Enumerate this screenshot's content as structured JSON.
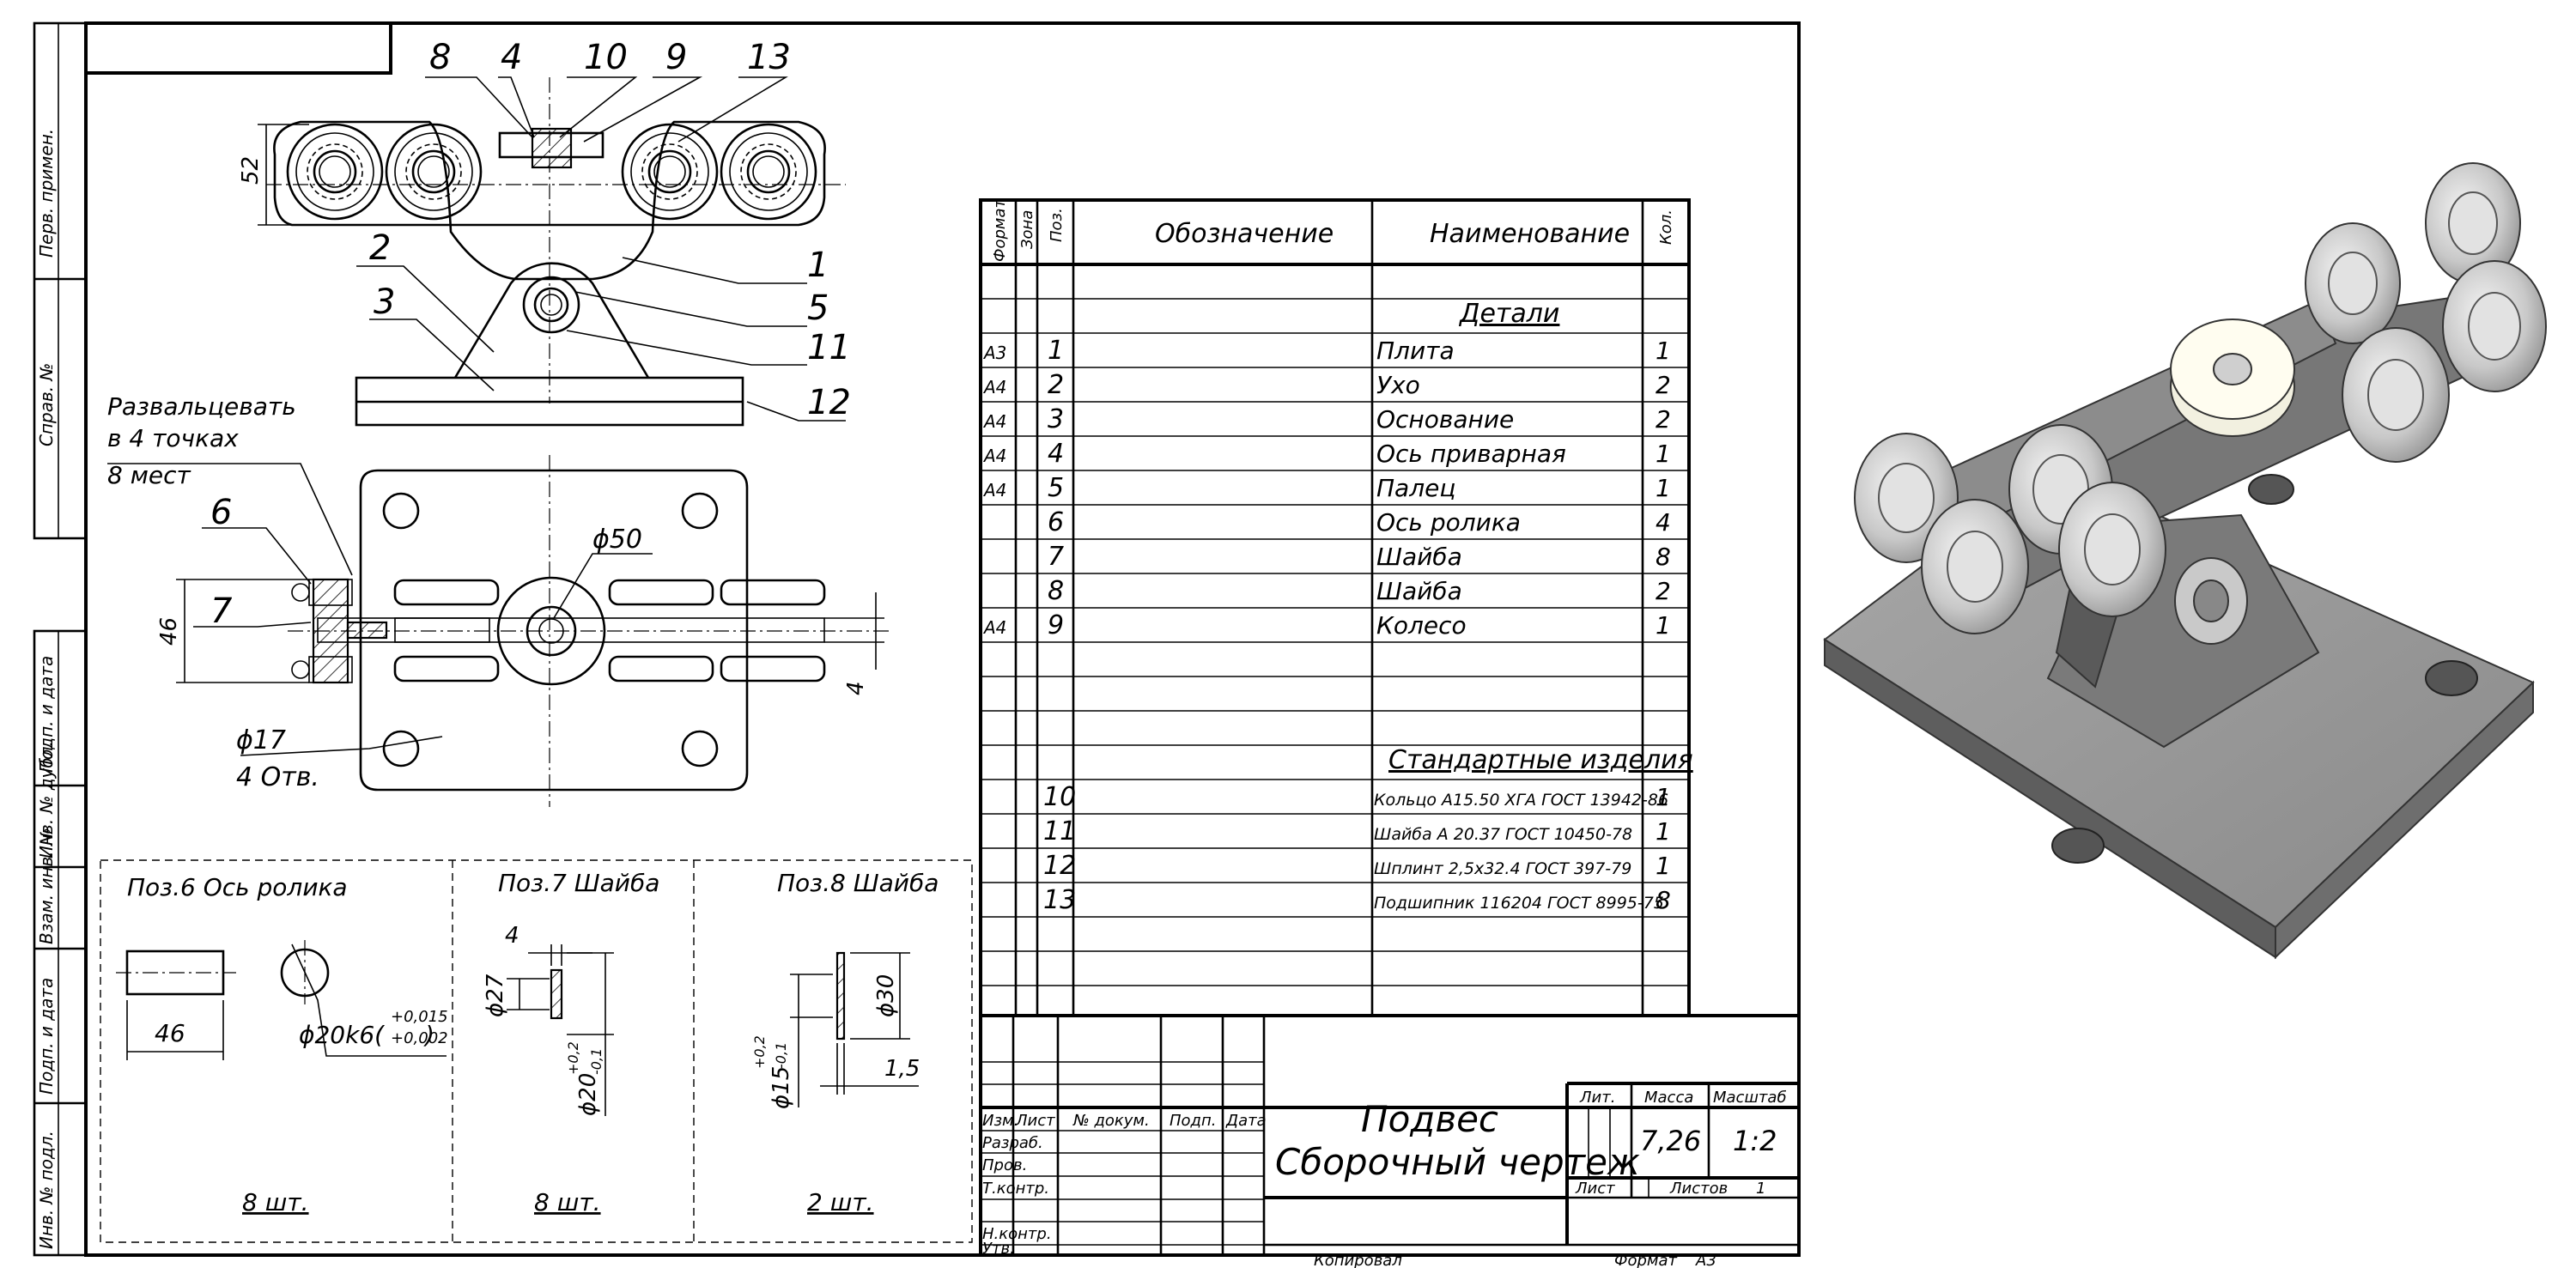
{
  "margin_labels": [
    "Перв. примен.",
    "Справ. №",
    "Подп. и дата",
    "Инв. № дубл.",
    "Взам. инв. №",
    "Подп. и дата",
    "Инв. № подл."
  ],
  "callouts": [
    "8",
    "4",
    "10",
    "9",
    "13",
    "1",
    "2",
    "3",
    "5",
    "11",
    "12",
    "6",
    "7"
  ],
  "notes": {
    "riveting_line1": "Развальцевать",
    "riveting_line2": "в 4 точках",
    "riveting_line3": "8 мест",
    "holes_qty": "4 Отв."
  },
  "dims": {
    "d52": "52",
    "d46": "46",
    "d4": "4",
    "d17": "ϕ17",
    "d50": "ϕ50"
  },
  "details": [
    {
      "title": "Поз.6 Ось ролика",
      "qty": "8 шт.",
      "dims": [
        "46",
        "ϕ20k6(",
        "+0,015",
        "+0,002",
        ")"
      ]
    },
    {
      "title": "Поз.7 Шайба",
      "qty": "8 шт.",
      "dims": [
        "4",
        "ϕ27",
        "ϕ20",
        "+0,2",
        "-0,1"
      ]
    },
    {
      "title": "Поз.8 Шайба",
      "qty": "2 шт.",
      "dims": [
        "ϕ30",
        "ϕ15",
        "+0,2",
        "-0,1",
        "1,5"
      ]
    }
  ],
  "spec": {
    "headers": [
      "Формат",
      "Зона",
      "Поз.",
      "Обозначение",
      "Наименование",
      "Кол."
    ],
    "section_parts": "Детали",
    "section_std": "Стандартные изделия",
    "rows": [
      {
        "fmt": "А3",
        "pos": "1",
        "name": "Плита",
        "qty": "1"
      },
      {
        "fmt": "А4",
        "pos": "2",
        "name": "Ухо",
        "qty": "2"
      },
      {
        "fmt": "А4",
        "pos": "3",
        "name": "Основание",
        "qty": "2"
      },
      {
        "fmt": "А4",
        "pos": "4",
        "name": "Ось приварная",
        "qty": "1"
      },
      {
        "fmt": "А4",
        "pos": "5",
        "name": "Палец",
        "qty": "1"
      },
      {
        "fmt": "",
        "pos": "6",
        "name": "Ось ролика",
        "qty": "4"
      },
      {
        "fmt": "",
        "pos": "7",
        "name": "Шайба",
        "qty": "8"
      },
      {
        "fmt": "",
        "pos": "8",
        "name": "Шайба",
        "qty": "2"
      },
      {
        "fmt": "А4",
        "pos": "9",
        "name": "Колесо",
        "qty": "1"
      }
    ],
    "std_rows": [
      {
        "pos": "10",
        "name": "Кольцо А15.50 ХГА ГОСТ 13942-86",
        "qty": "1"
      },
      {
        "pos": "11",
        "name": "Шайба А 20.37 ГОСТ 10450-78",
        "qty": "1"
      },
      {
        "pos": "12",
        "name": "Шплинт 2,5х32.4 ГОСТ 397-79",
        "qty": "1"
      },
      {
        "pos": "13",
        "name": "Подшипник 116204 ГОСТ 8995-75",
        "qty": "8"
      }
    ]
  },
  "title_block": {
    "col_heads": [
      "Изм.",
      "Лист",
      "№ докум.",
      "Подп.",
      "Дата"
    ],
    "roles": [
      "Разраб.",
      "Пров.",
      "Т.контр.",
      "Н.контр.",
      "Утв."
    ],
    "title_line1": "Подвес",
    "title_line2": "Сборочный чертеж",
    "lit": "Лит.",
    "mass": "Масса",
    "scale_head": "Масштаб",
    "mass_value": "7,26",
    "scale_value": "1:2",
    "sheet": "Лист",
    "sheets": "Листов",
    "sheets_value": "1",
    "copied": "Копировал",
    "format_label": "Формат",
    "format_value": "А3"
  }
}
